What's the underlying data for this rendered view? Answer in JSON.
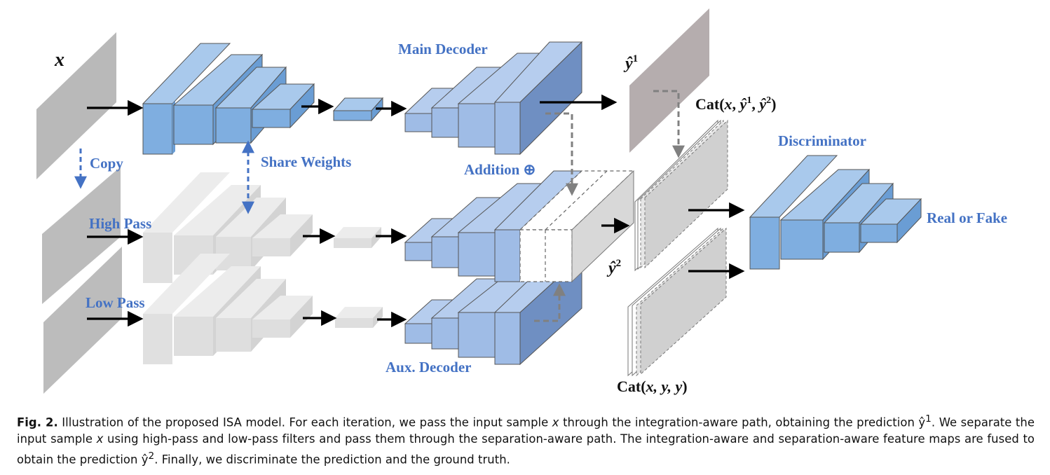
{
  "figure": {
    "labels": {
      "x": "x",
      "copy": "Copy",
      "share_weights": "Share Weights",
      "high_pass": "High Pass",
      "low_pass": "Low Pass",
      "main_decoder": "Main Decoder",
      "aux_decoder": "Aux. Decoder",
      "addition": "Addition ⊕",
      "y_hat_1": "ŷ",
      "y_hat_1_sup": "1",
      "y_hat_2": "ŷ",
      "y_hat_2_sup": "2",
      "cat_pred_a": "Cat(",
      "cat_pred_x": "x",
      "cat_pred_b": ", ",
      "cat_pred_y1": "ŷ",
      "cat_pred_s1": "1",
      "cat_pred_c": ", ",
      "cat_pred_y2": "ŷ",
      "cat_pred_s2": "2",
      "cat_pred_d": ")",
      "cat_gt_a": "Cat(",
      "cat_gt_args": "x, y, y",
      "cat_gt_b": ")",
      "discriminator": "Discriminator",
      "real_or_fake": "Real or Fake"
    },
    "colors": {
      "encoder_front": "#7faee0",
      "encoder_top": "#a9c9ec",
      "encoder_side": "#6a9dd4",
      "decoder_front": "#9fbce6",
      "decoder_top": "#b6cdee",
      "decoder_side": "#6f8fc2",
      "gray_block": "#e2e2e2",
      "input_plane": "#b9b9b9",
      "output_plane": "#b5adae",
      "label_blue": "#4472c4"
    }
  },
  "caption": {
    "fig_label": "Fig. 2.",
    "text_1": " Illustration of the proposed ISA model. For each iteration, we pass the input sample ",
    "var_x_1": "x",
    "text_2": " through the integration-aware path, obtaining the prediction ŷ",
    "sup_1": "1",
    "text_3": ". We separate the input sample ",
    "var_x_2": "x",
    "text_4": " using high-pass and low-pass filters and pass them through the separation-aware path. The integration-aware and separation-aware feature maps are fused to obtain the prediction ŷ",
    "sup_2": "2",
    "text_5": ". Finally, we discriminate the prediction and the ground truth."
  }
}
